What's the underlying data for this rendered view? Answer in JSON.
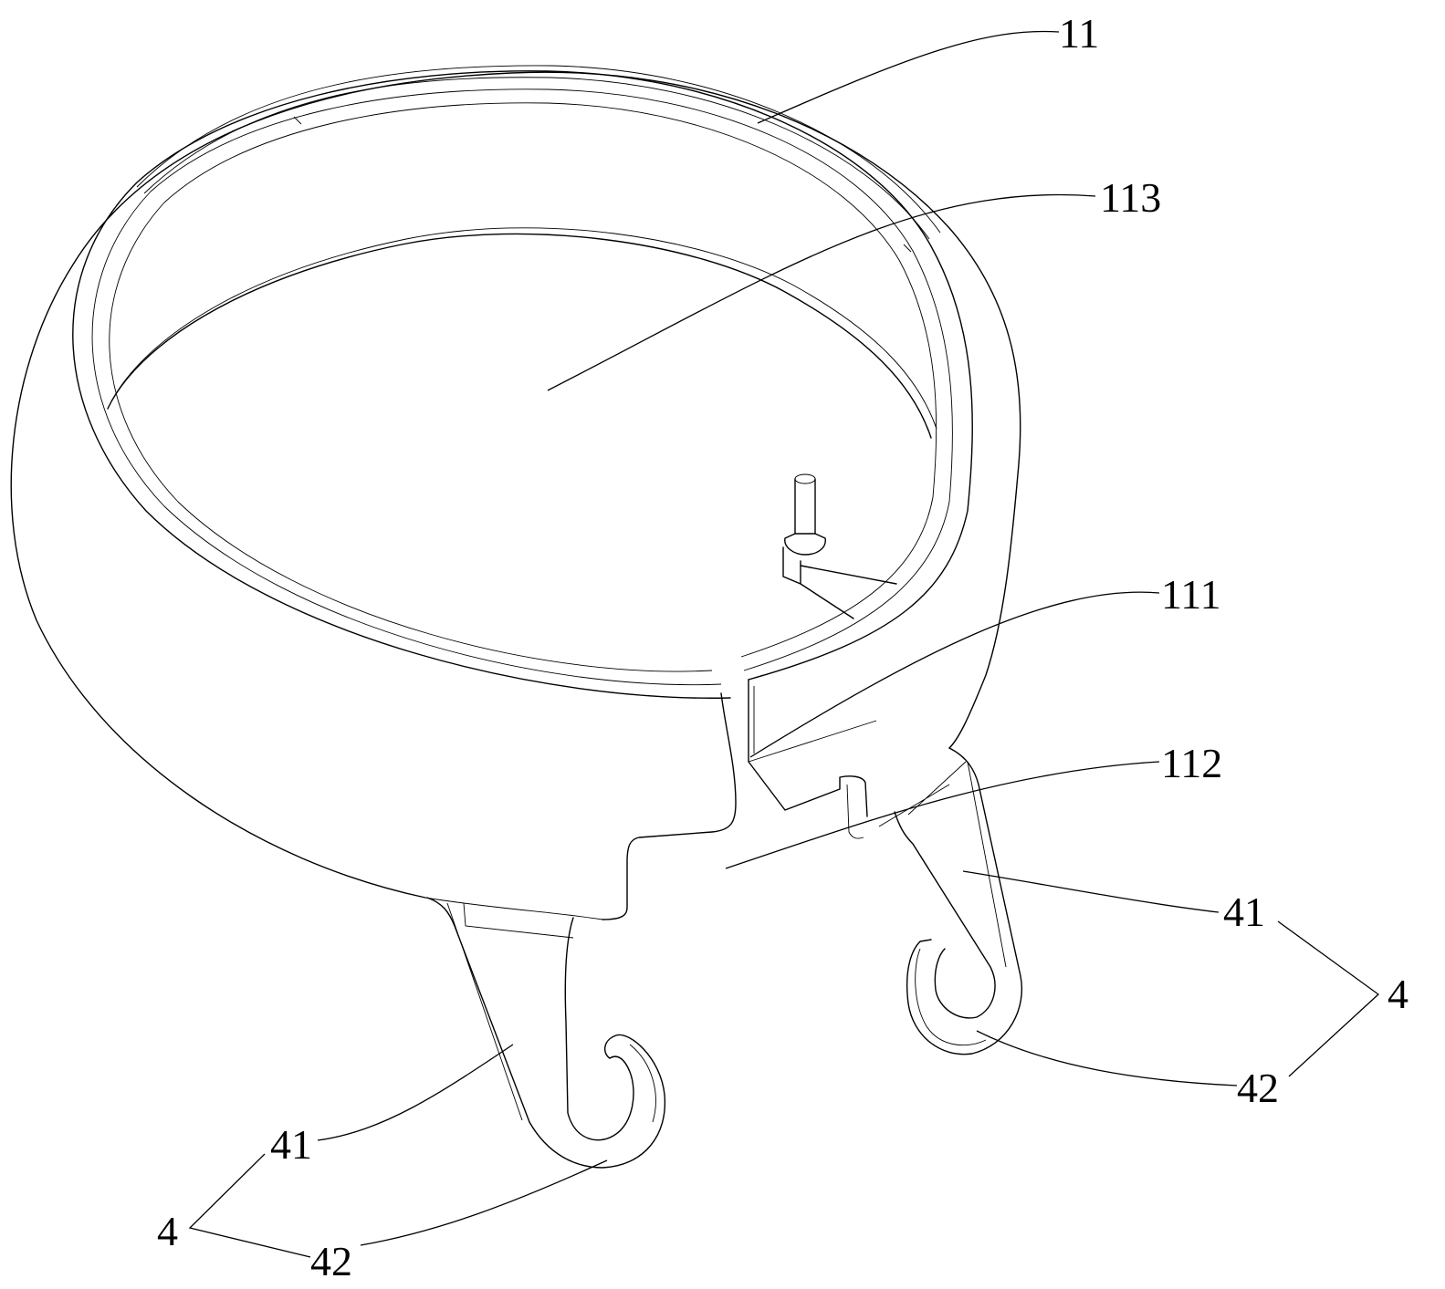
{
  "labels": {
    "ring": "11",
    "bottom_face": "113",
    "notch_face": "111",
    "gap": "112",
    "plate_right": "41",
    "hook_right": "42",
    "group_right": "4",
    "plate_left": "41",
    "hook_left": "42",
    "group_left": "4"
  }
}
